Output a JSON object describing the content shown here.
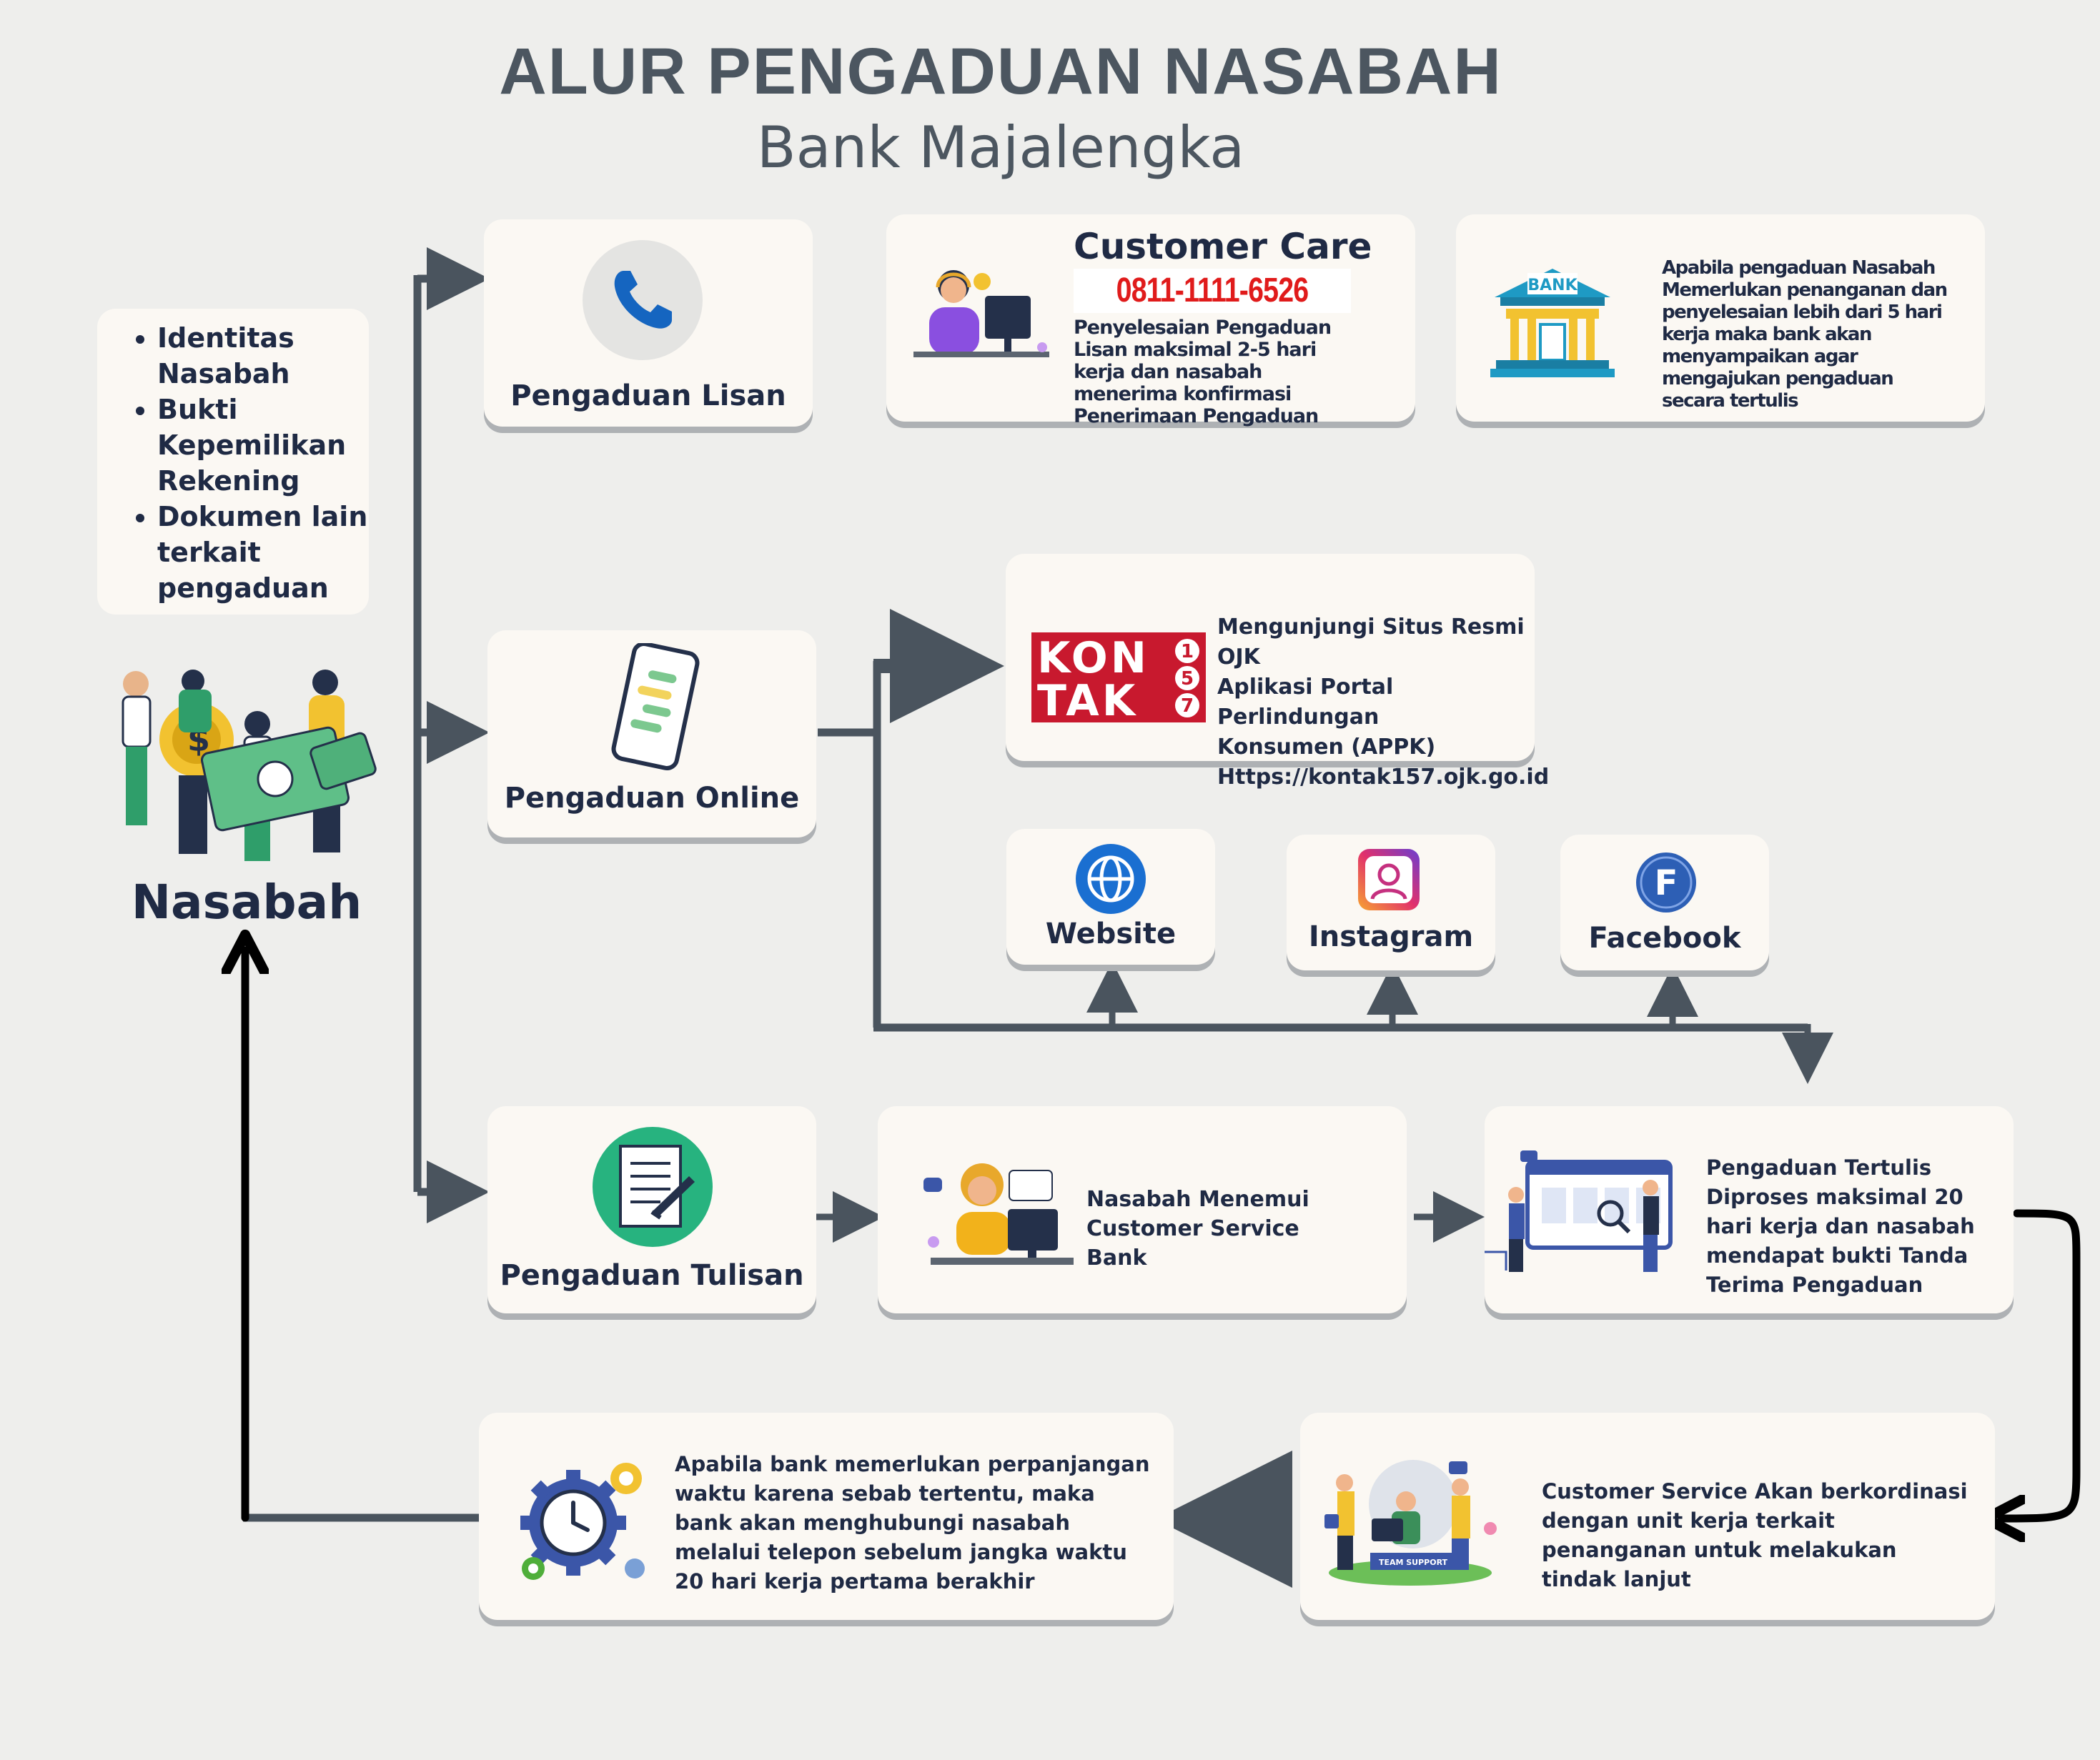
{
  "header": {
    "title": "ALUR PENGADUAN NASABAH",
    "subtitle": "Bank Majalengka"
  },
  "requirements": {
    "items": [
      "Identitas Nasabah",
      "Bukti Kepemilikan Rekening",
      "Dokumen lain terkait pengaduan"
    ]
  },
  "nasabah": {
    "label": "Nasabah"
  },
  "lisan": {
    "label": "Pengaduan Lisan",
    "customer_care": {
      "heading": "Customer Care",
      "phone": "0811-1111-6526",
      "description": "Penyelesaian Pengaduan Lisan maksimal 2-5 hari kerja dan nasabah menerima konfirmasi Penerimaan Pengaduan"
    },
    "bank_note": {
      "bank_sign": "BANK",
      "description": "Apabila pengaduan Nasabah Memerlukan penanganan dan penyelesaian lebih dari 5 hari kerja maka bank akan menyampaikan agar mengajukan pengaduan secara tertulis"
    }
  },
  "online": {
    "label": "Pengaduan Online",
    "ojk": {
      "logo_top": "KON",
      "logo_bottom": "TAK",
      "logo_digits": [
        "1",
        "5",
        "7"
      ],
      "lines": [
        "Mengunjungi Situs Resmi OJK",
        "Aplikasi Portal Perlindungan",
        "Konsumen (APPK)",
        "Https://kontak157.ojk.go.id"
      ]
    },
    "channels": [
      {
        "label": "Website",
        "icon": "globe-icon"
      },
      {
        "label": "Instagram",
        "icon": "instagram-icon"
      },
      {
        "label": "Facebook",
        "icon": "facebook-icon",
        "glyph": "F"
      }
    ]
  },
  "tulisan": {
    "label": "Pengaduan Tulisan",
    "cs_visit": "Nasabah Menemui Customer Service Bank",
    "processed": "Pengaduan Tertulis Diproses maksimal 20 hari kerja dan nasabah mendapat bukti Tanda Terima Pengaduan",
    "coordination": "Customer Service Akan berkordinasi dengan unit kerja terkait penanganan untuk melakukan tindak lanjut",
    "coordination_banner": "TEAM SUPPORT",
    "extension": "Apabila bank memerlukan perpanjangan waktu karena sebab tertentu, maka bank akan menghubungi nasabah melalui telepon sebelum jangka waktu 20 hari kerja pertama berakhir"
  },
  "colors": {
    "background": "#eeeeec",
    "card": "#fbf8f3",
    "connector": "#4a545e",
    "text": "#1f2a44",
    "phone_red": "#e01b1b",
    "ojk_red": "#c8192e",
    "accent_green": "#27b37f",
    "accent_blue": "#1565c0"
  }
}
